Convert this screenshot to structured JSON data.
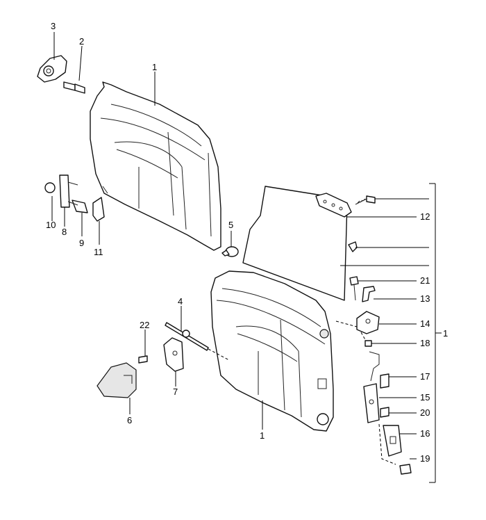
{
  "callouts": {
    "c1a": "1",
    "c2": "2",
    "c3": "3",
    "c4": "4",
    "c5": "5",
    "c6": "6",
    "c7": "7",
    "c8": "8",
    "c9": "9",
    "c10": "10",
    "c11": "11",
    "c1b": "1",
    "c12": "12",
    "c21": "21",
    "c13": "13",
    "c14": "14",
    "c18": "18",
    "c17": "17",
    "c15": "15",
    "c20": "20",
    "c16": "16",
    "c19": "19",
    "c1bracket": "1",
    "c22": "22"
  }
}
